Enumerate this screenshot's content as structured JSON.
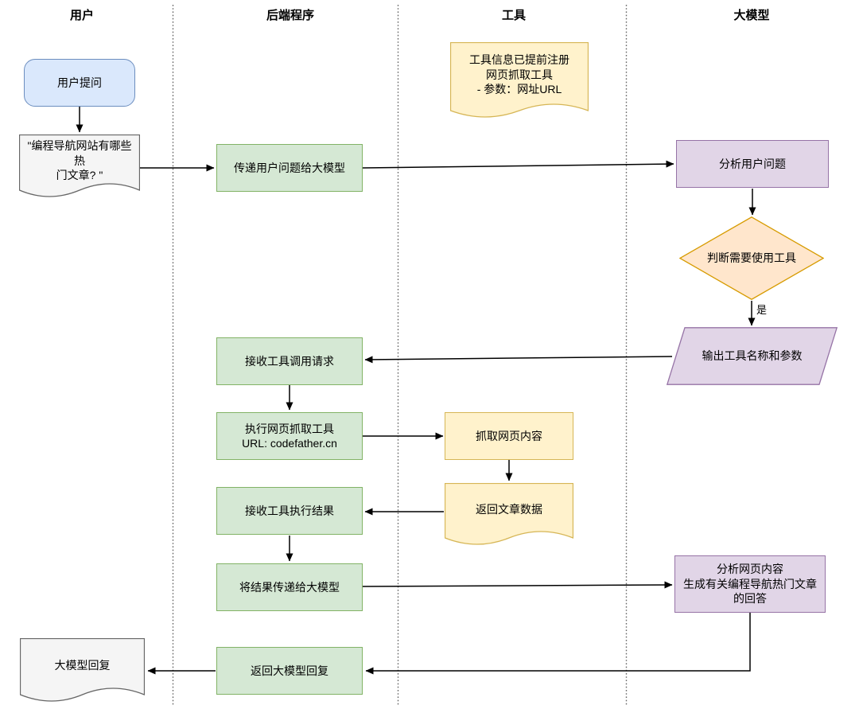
{
  "lanes": [
    {
      "label": "用户"
    },
    {
      "label": "后端程序"
    },
    {
      "label": "工具"
    },
    {
      "label": "大模型"
    }
  ],
  "nodes": {
    "user_ask": {
      "label": "用户提问",
      "shape": "rounded-rect",
      "color": "#dae8fc"
    },
    "user_question": {
      "label": "\"编程导航网站有哪些热\n门文章? \"",
      "shape": "document",
      "color": "#f5f5f5"
    },
    "pass_question": {
      "label": "传递用户问题给大模型",
      "shape": "rect",
      "color": "#d5e8d4"
    },
    "analyze_question": {
      "label": "分析用户问题",
      "shape": "rect",
      "color": "#e1d5e7"
    },
    "tool_note": {
      "label": "工具信息已提前注册\n网页抓取工具\n- 参数：网址URL",
      "shape": "document",
      "color": "#fff2cc"
    },
    "decide_tool": {
      "label": "判断需要使用工具",
      "shape": "diamond",
      "color": "#ffe6cc"
    },
    "output_tool": {
      "label": "输出工具名称和参数",
      "shape": "parallelogram",
      "color": "#e1d5e7"
    },
    "receive_tool_call": {
      "label": "接收工具调用请求",
      "shape": "rect",
      "color": "#d5e8d4"
    },
    "execute_tool": {
      "label": "执行网页抓取工具\nURL: codefather.cn",
      "shape": "rect",
      "color": "#d5e8d4"
    },
    "scrape_web": {
      "label": "抓取网页内容",
      "shape": "rect",
      "color": "#fff2cc"
    },
    "receive_result": {
      "label": "接收工具执行结果",
      "shape": "rect",
      "color": "#d5e8d4"
    },
    "return_data": {
      "label": "返回文章数据",
      "shape": "document",
      "color": "#fff2cc"
    },
    "pass_result": {
      "label": "将结果传递给大模型",
      "shape": "rect",
      "color": "#d5e8d4"
    },
    "analyze_content": {
      "label": "分析网页内容\n生成有关编程导航热门文章\n的回答",
      "shape": "rect",
      "color": "#e1d5e7"
    },
    "return_reply": {
      "label": "返回大模型回复",
      "shape": "rect",
      "color": "#d5e8d4"
    },
    "model_reply": {
      "label": "大模型回复",
      "shape": "document",
      "color": "#f5f5f5"
    }
  },
  "edges": {
    "yes_label": "是"
  },
  "colors": {
    "blue_fill": "#dae8fc",
    "blue_stroke": "#6c8ebf",
    "green_fill": "#d5e8d4",
    "green_stroke": "#82b366",
    "yellow_fill": "#fff2cc",
    "yellow_stroke": "#d6b656",
    "orange_fill": "#ffe6cc",
    "orange_stroke": "#d79b00",
    "purple_fill": "#e1d5e7",
    "purple_stroke": "#9673a6",
    "gray_fill": "#f5f5f5",
    "gray_stroke": "#666666",
    "connector": "#000000"
  }
}
